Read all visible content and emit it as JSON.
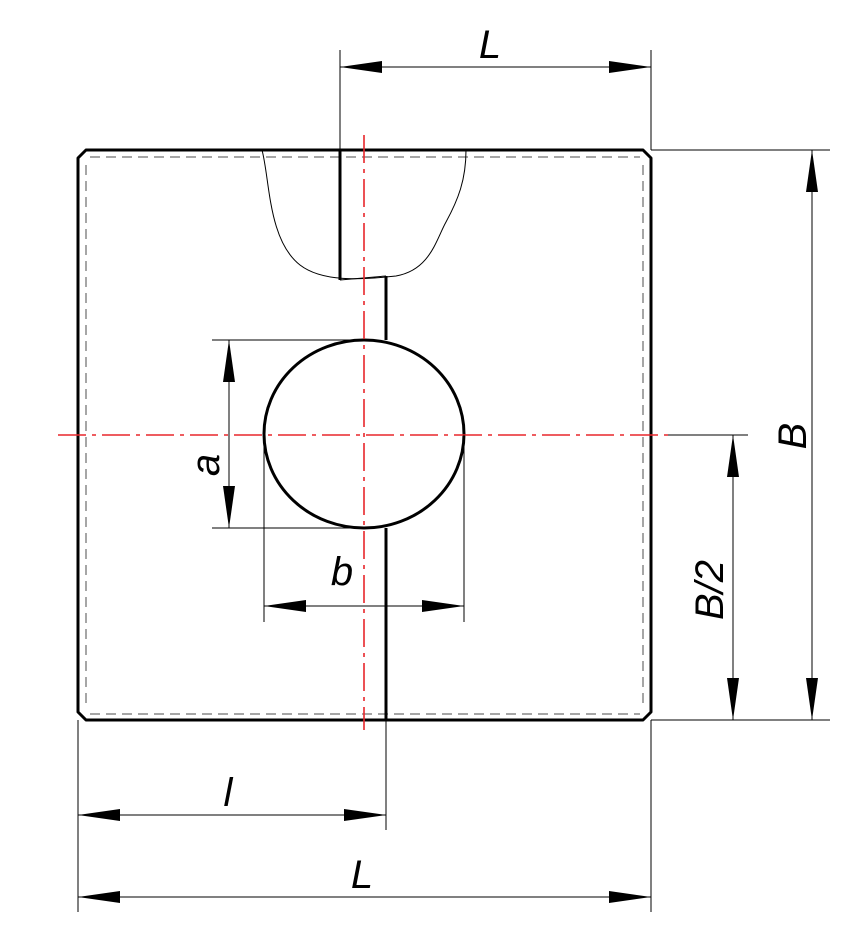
{
  "labels": {
    "top_length": "L",
    "bottom_length": "L",
    "slot_offset": "l",
    "height": "B",
    "half_height": "B/2",
    "hole_height": "a",
    "hole_width": "b"
  },
  "colors": {
    "outline": "#000000",
    "centerline": "#e8262b",
    "background": "#ffffff"
  }
}
